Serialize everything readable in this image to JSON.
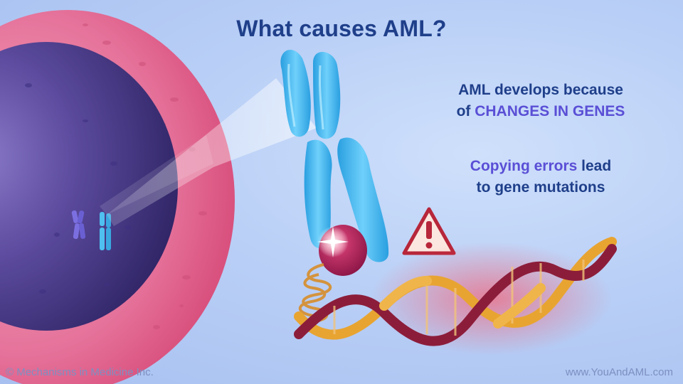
{
  "slide": {
    "title": "What causes AML?",
    "fact1_line1": "AML develops because",
    "fact1_line2_prefix": "of ",
    "fact1_highlight": "CHANGES IN GENES",
    "fact2_highlight": "Copying errors",
    "fact2_line1_suffix": " lead",
    "fact2_line2": "to gene mutations"
  },
  "footer": {
    "copyright": "© Mechanisms in Medicine Inc.",
    "website": "www.YouAndAML.com"
  },
  "illustration": {
    "items": [
      "cell-illustration",
      "nucleus",
      "chromosome",
      "mutation-spark",
      "warning-icon",
      "dna-helix"
    ]
  },
  "colors": {
    "background": "#b9cff6",
    "title": "#1f3f8a",
    "highlight": "#5a4fd6",
    "cell_membrane": "#e3678d",
    "nucleus": "#4a3a86",
    "chromosome": "#3fb3ea",
    "dna_gold": "#e8a431",
    "dna_maroon": "#8c1d3a",
    "warning": "#b7263a"
  }
}
